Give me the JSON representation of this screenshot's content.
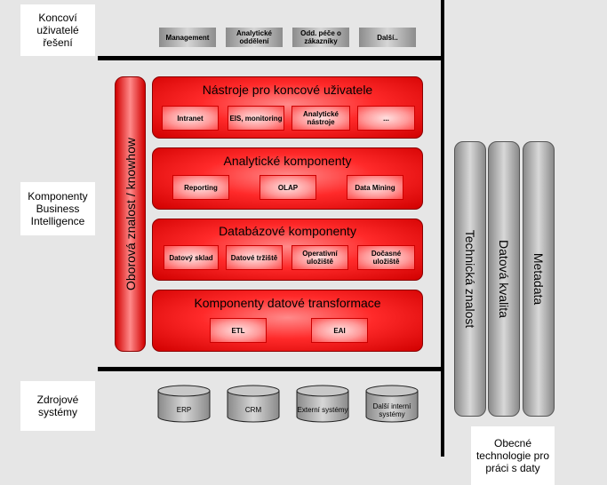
{
  "layers": {
    "end_user": "Koncoví uživatelé řešení",
    "bi": "Komponenty Business Intelligence",
    "sources": "Zdrojové systémy",
    "general": "Obecné technologie pro práci s daty"
  },
  "user_groups": [
    "Management",
    "Analytické oddělení",
    "Odd. péče o zákazníky",
    "Další.."
  ],
  "panels": [
    {
      "title": "Nástroje pro koncové uživatele",
      "items": [
        "Intranet",
        "EIS, monitoring",
        "Analytické nástroje",
        "..."
      ]
    },
    {
      "title": "Analytické komponenty",
      "items": [
        "Reporting",
        "OLAP",
        "Data Mining"
      ]
    },
    {
      "title": "Databázové komponenty",
      "items": [
        "Datový sklad",
        "Datové tržiště",
        "Operativní uložiště",
        "Dočasné uložiště"
      ]
    },
    {
      "title": "Komponenty datové transformace",
      "items": [
        "ETL",
        "EAI"
      ]
    }
  ],
  "domain_knowledge": "Oborová znalost / knowhow",
  "pillars": [
    "Technická znalost",
    "Datová kvalita",
    "Metadata"
  ],
  "source_systems": [
    "ERP",
    "CRM",
    "Externí systémy",
    "Další interní systémy"
  ],
  "colors": {
    "panel_red": "#ff2a2a",
    "pillar_grey": "#b0b0b0",
    "background": "#e6e6e6"
  }
}
